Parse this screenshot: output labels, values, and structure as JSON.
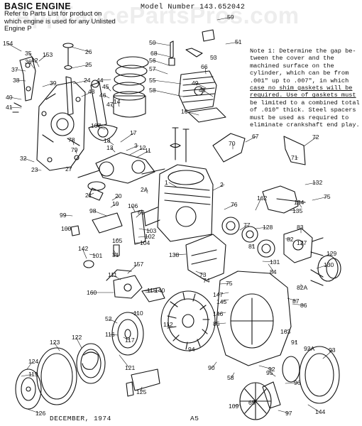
{
  "header": {
    "title": "BASIC ENGINE",
    "subtitle_lines": [
      "Refer to Parts List for product on",
      "which engine is used for any Unlisted",
      "Engine P"
    ],
    "model_number": "Model Number 143.652042"
  },
  "watermark": "AppliancePartsPros.com",
  "note": {
    "line1": "Note 1: Determine the gap be-",
    "line2": "tween the cover and the",
    "line3": "machined surface on the",
    "line4": "cylinder, which can be from",
    "line5": ".001\" up to .007\", in which",
    "line6": "case no shim gaskets will be",
    "line7": "required. Use of gaskets must",
    "line8": "be limited to a combined total",
    "line9": "of .010\" thick. Steel spacers",
    "line10": "must be used as required to",
    "line11": "eliminate crankshaft end play."
  },
  "footer": {
    "date": "DECEMBER, 1974",
    "page": "A5"
  },
  "part_labels": [
    "154",
    "35",
    "153",
    "36",
    "42",
    "37",
    "38",
    "39",
    "40",
    "41",
    "26",
    "25",
    "24",
    "43",
    "44",
    "45",
    "46",
    "47",
    "14",
    "107",
    "23",
    "32",
    "79",
    "78",
    "27",
    "17",
    "18",
    "13",
    "3",
    "12",
    "11",
    "21",
    "20",
    "19",
    "2A",
    "106",
    "69",
    "103",
    "102",
    "104",
    "105",
    "31",
    "101",
    "100",
    "99",
    "98",
    "142",
    "59",
    "51",
    "53",
    "50",
    "68",
    "56",
    "57",
    "55",
    "58",
    "66",
    "49",
    "48",
    "16",
    "67",
    "70",
    "72",
    "71",
    "1",
    "2",
    "132",
    "75",
    "134",
    "135",
    "76",
    "77",
    "128",
    "81",
    "82",
    "83",
    "127",
    "84",
    "82A",
    "130",
    "129",
    "131",
    "138",
    "73",
    "74",
    "75",
    "147",
    "145",
    "146",
    "85",
    "86",
    "87",
    "157",
    "111",
    "160",
    "115",
    "110",
    "140",
    "112",
    "52",
    "116",
    "117",
    "121",
    "122",
    "123",
    "124",
    "119",
    "126",
    "125",
    "163",
    "91",
    "92A",
    "93",
    "94",
    "90",
    "58",
    "92",
    "95",
    "65",
    "96",
    "109",
    "97",
    "144",
    "162",
    "80"
  ]
}
